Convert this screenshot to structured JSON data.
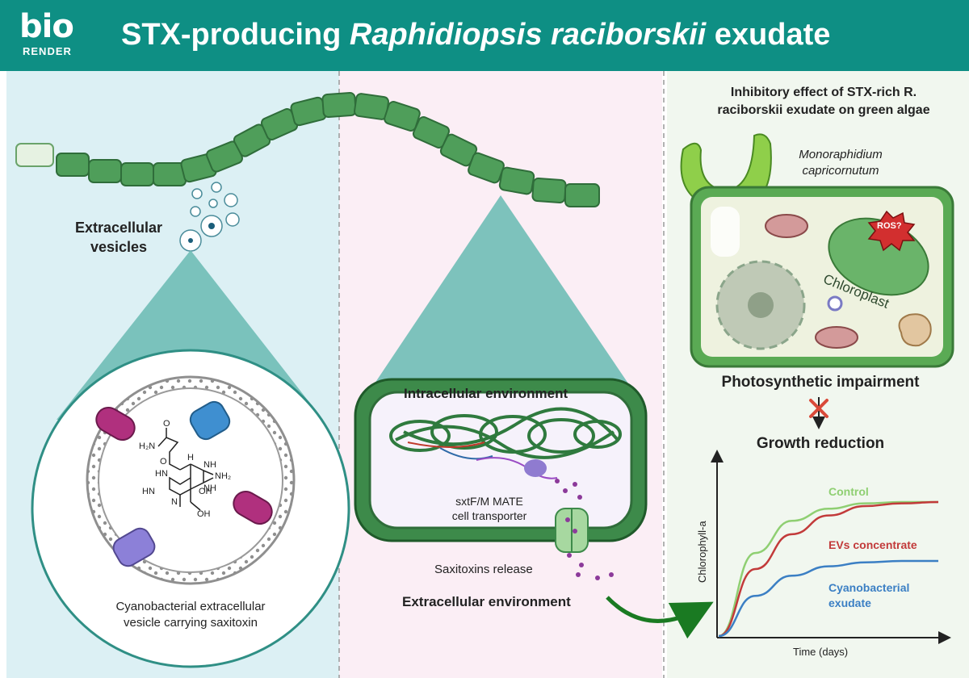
{
  "logo": {
    "top": "bio",
    "bottom": "RENDER"
  },
  "title": {
    "prefix": "STX-producing",
    "species": "Raphidiopsis raciborskii",
    "suffix": "exudate"
  },
  "left_panel": {
    "vesicles_label_1": "Extracellular",
    "vesicles_label_2": "vesicles",
    "caption_1": "Cyanobacterial extracellular",
    "caption_2": "vesicle carrying saxitoxin",
    "molecule": {
      "h2n": "H₂N",
      "o1": "O",
      "o2": "O",
      "h": "H",
      "nh1": "NH",
      "nh2": "NH",
      "hn1": "HN",
      "hn2": "HN",
      "n": "N",
      "nh2b": "NH₂",
      "oh1": "OH",
      "oh2": "OH"
    }
  },
  "middle_panel": {
    "intracellular": "Intracellular environment",
    "transporter_1": "sxtF/M MATE",
    "transporter_2": "cell transporter",
    "release": "Saxitoxins release",
    "extracellular": "Extracellular environment"
  },
  "right_panel": {
    "heading_1": "Inhibitory effect of STX-rich R.",
    "heading_2": "raciborskii exudate on green algae",
    "species_1": "Monoraphidium",
    "species_2": "capricornutum",
    "ros": "ROS?",
    "chloroplast": "Chloroplast",
    "impairment": "Photosynthetic impairment",
    "growth": "Growth reduction"
  },
  "chart_data": {
    "type": "line",
    "xlabel": "Time (days)",
    "ylabel": "Chlorophyll-a",
    "series": [
      {
        "name": "Control",
        "color": "#8fcf72",
        "values": [
          0,
          0.62,
          0.86,
          0.95,
          0.99,
          1.0,
          1.0
        ]
      },
      {
        "name": "EVs concentrate",
        "color": "#c23a3a",
        "values": [
          0,
          0.5,
          0.76,
          0.9,
          0.97,
          0.99,
          1.0
        ]
      },
      {
        "name": "Cyanobacterial exudate",
        "name_1": "Cyanobacterial",
        "name_2": "exudate",
        "color": "#3b7fc4",
        "values": [
          0,
          0.3,
          0.45,
          0.52,
          0.55,
          0.56,
          0.56
        ]
      }
    ],
    "x": [
      0,
      1,
      2,
      3,
      4,
      5,
      6
    ]
  },
  "colors": {
    "header": "#0e8f84",
    "panel_left": "#dcf0f4",
    "panel_mid": "#fbeef5",
    "panel_right": "#f1f7ef",
    "cell_green": "#4a9a5c"
  }
}
